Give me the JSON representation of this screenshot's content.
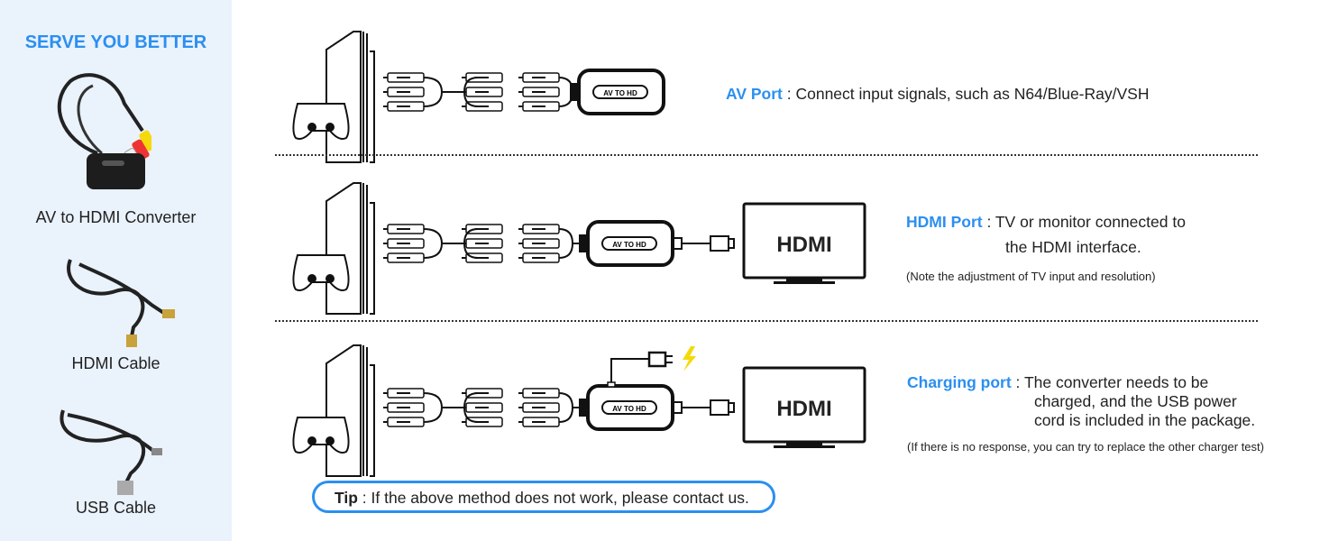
{
  "sidebar": {
    "title": "SERVE YOU BETTER",
    "items": [
      {
        "label": "AV to HDMI Converter",
        "icon": "av-to-hdmi-converter-image"
      },
      {
        "label": "HDMI Cable",
        "icon": "hdmi-cable-image"
      },
      {
        "label": "USB Cable",
        "icon": "usb-cable-image"
      }
    ]
  },
  "converter_label": "AV TO HD",
  "tv_label": "HDMI",
  "rows": [
    {
      "title": "AV Port",
      "sep": " : ",
      "lines": [
        "Connect input signals, such as N64/Blue-Ray/VSH"
      ]
    },
    {
      "title": "HDMI Port",
      "sep": " : ",
      "lines": [
        "TV or monitor connected to",
        "the HDMI interface."
      ],
      "note": "(Note the adjustment of TV input and resolution)"
    },
    {
      "title": "Charging port",
      "sep": " : ",
      "lines": [
        "The converter needs to be",
        "charged, and the USB power",
        "cord is included in the package."
      ],
      "note": "(If there is no response, you can try to replace the other charger test)"
    }
  ],
  "tip": {
    "label": "Tip",
    "sep": " : ",
    "text": "If the above method does not work, please contact us."
  },
  "colors": {
    "accent": "#2b8ff0",
    "sidebar_bg": "#eaf2fc",
    "lightning": "#f5d90a"
  }
}
